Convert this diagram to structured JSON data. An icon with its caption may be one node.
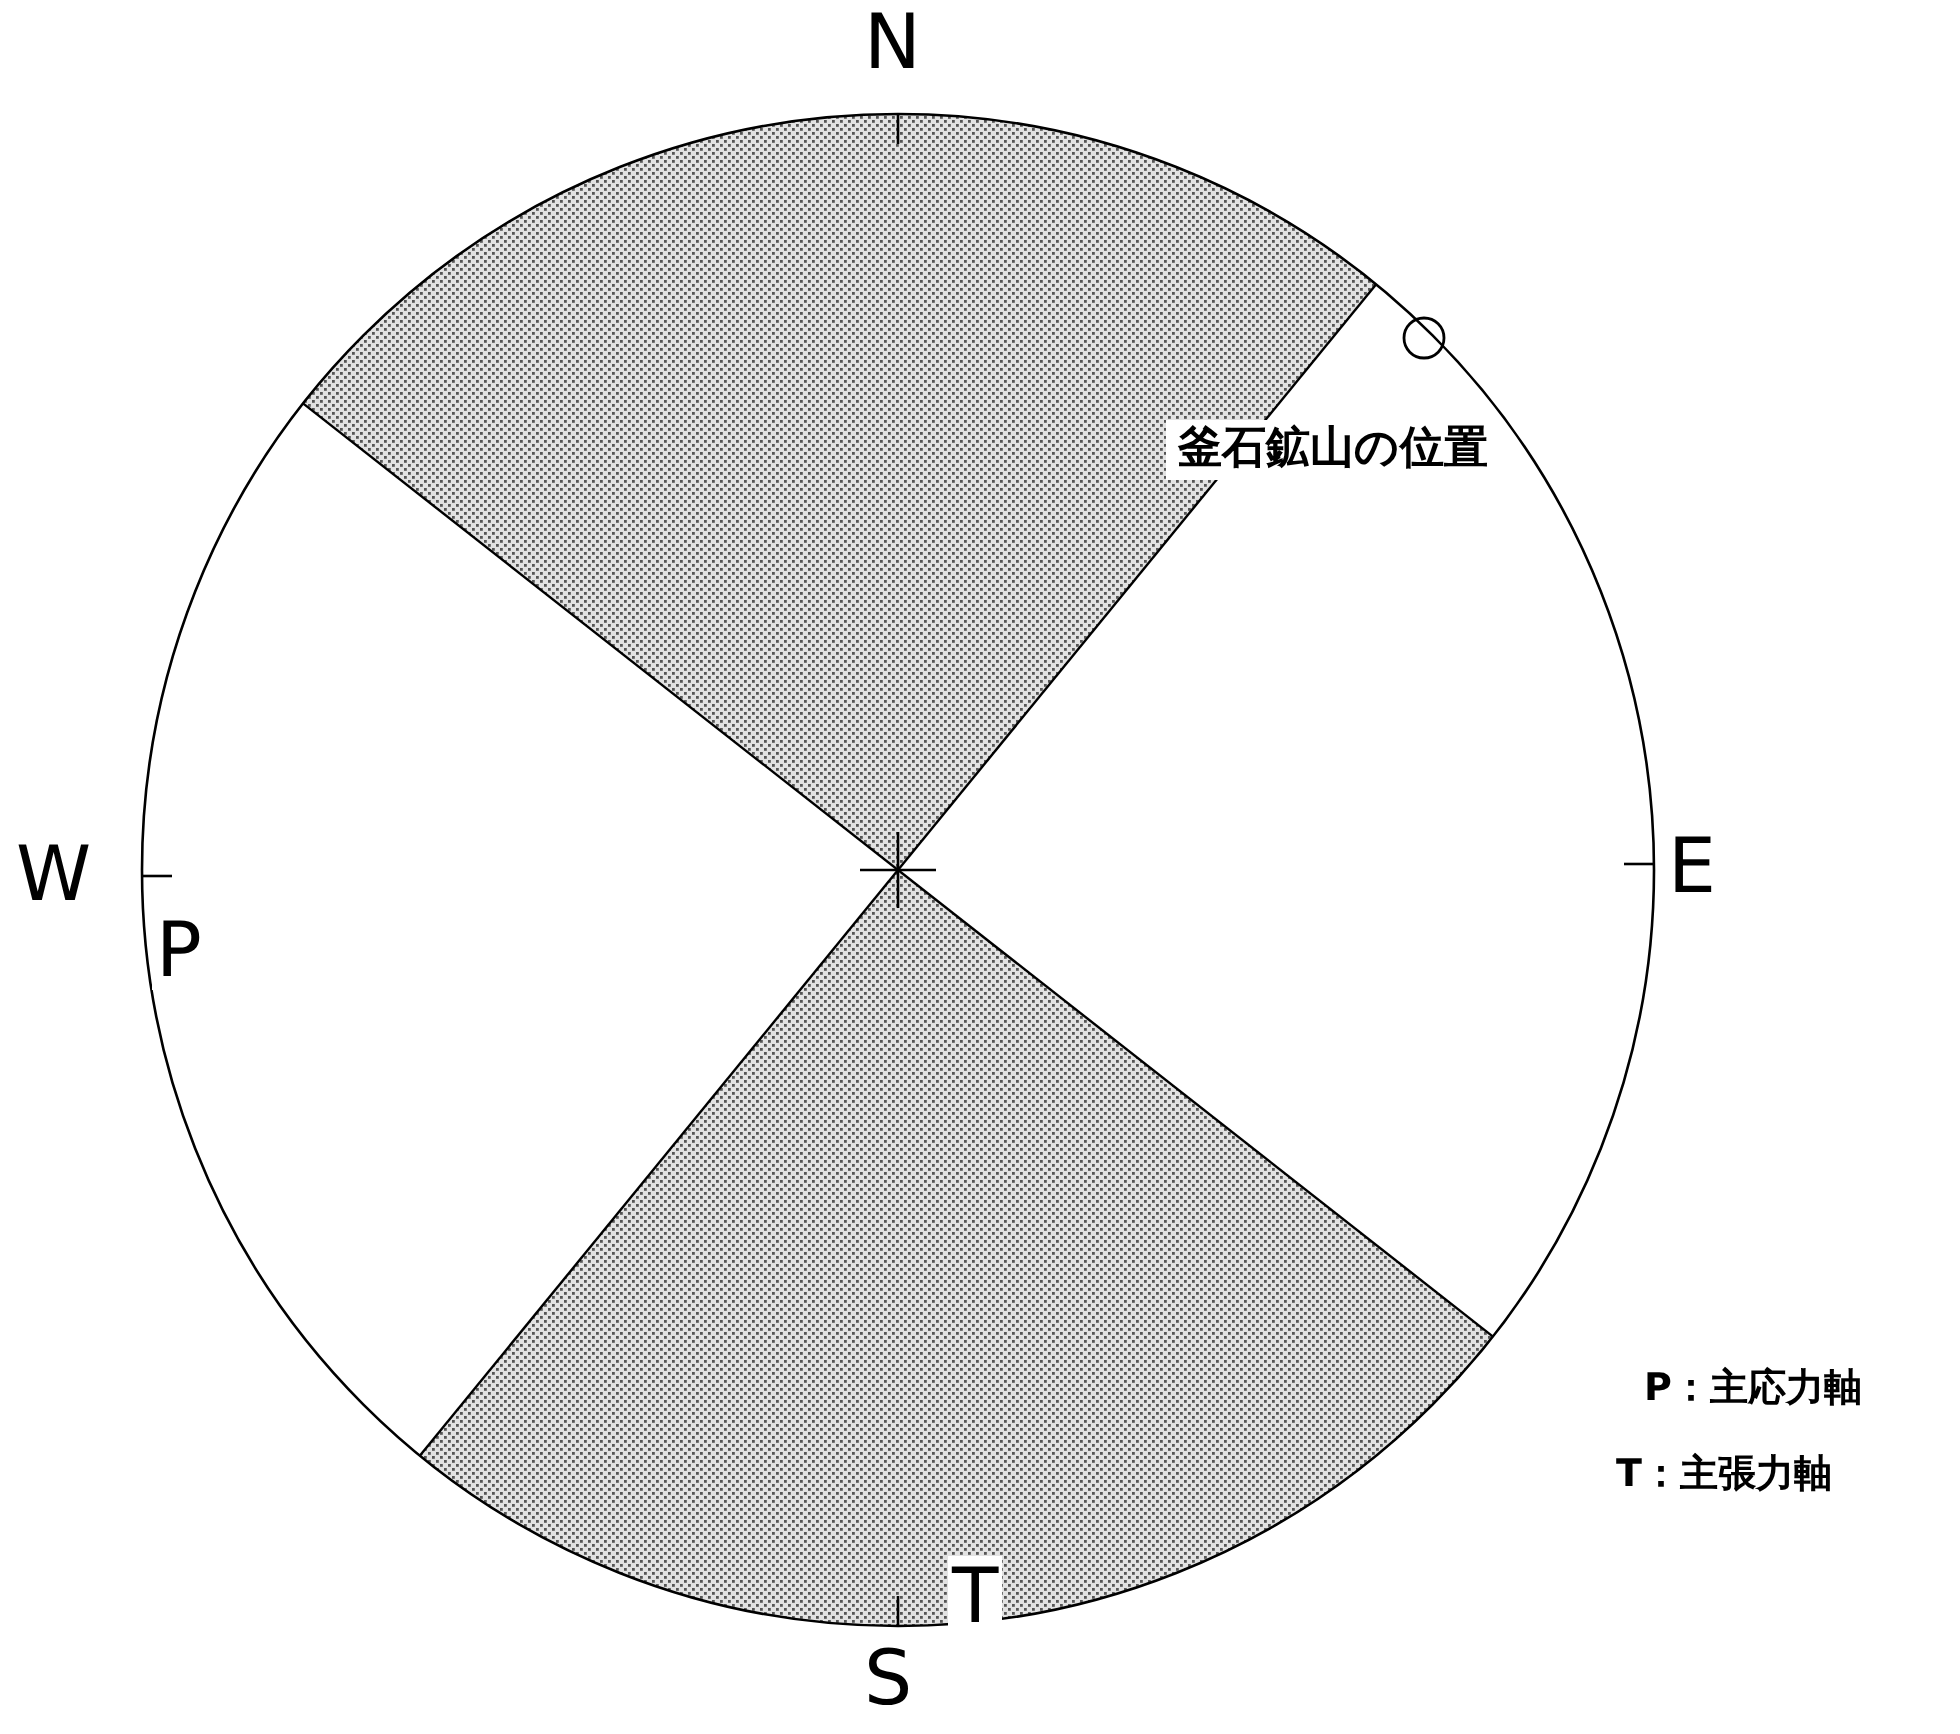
{
  "diagram": {
    "labels": [
      "N",
      "釜石鉱山の位置",
      "W",
      "E",
      "P",
      "P：主応力軸",
      "T：主張力軸",
      "T",
      "S"
    ]
  }
}
